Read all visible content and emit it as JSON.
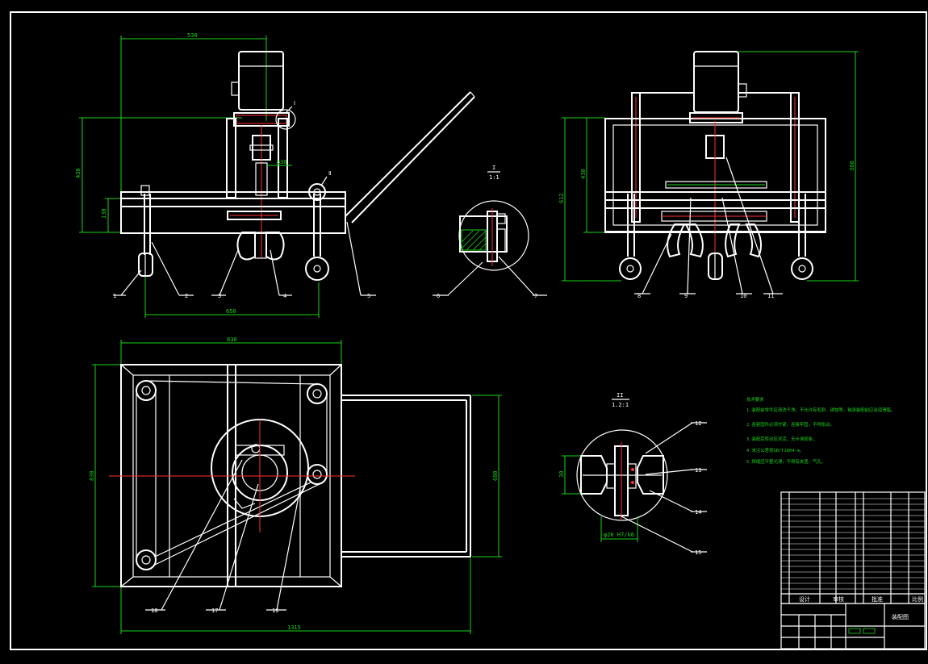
{
  "dimensions": {
    "top_width": "530",
    "shaft_dia": "φ30",
    "height_a": "430",
    "height_b": "130",
    "wheel_span": "650",
    "side_height_a": "430",
    "side_height_b": "612",
    "side_height_c": "360",
    "plan_width": "830",
    "plan_depth": "830",
    "plan_inner": "600",
    "overall_length": "1315",
    "bearing_width": "30",
    "bearing_fit": "φ20 H7/k6"
  },
  "part_numbers": [
    "1",
    "2",
    "3",
    "4",
    "5",
    "6",
    "7",
    "8",
    "9",
    "10",
    "11",
    "12",
    "13",
    "14",
    "15",
    "16",
    "17",
    "18"
  ],
  "callouts": {
    "detail_I": "I",
    "scale_I": "1:1",
    "detail_II": "II",
    "scale_II": "1.2:1",
    "motor_tag": "Ⅰ",
    "wheel_tag": "Ⅱ"
  },
  "notes": [
    "技术要求",
    "1.装配前零件应清洗干净，不允许有毛刺、锈蚀等，轴承装配前应涂润滑脂。",
    "2.各紧固件必须拧紧，连接牢固，不得松动。",
    "3.装配后转动应灵活，无卡滞现象。",
    "4.未注公差按GB/T1804-m。",
    "5.焊缝应平整光滑，不得有夹渣、气孔。"
  ],
  "title_block": {
    "design": "设计",
    "check": "审核",
    "approve": "批准",
    "scale": "比例",
    "drawing_title": "装配图"
  }
}
